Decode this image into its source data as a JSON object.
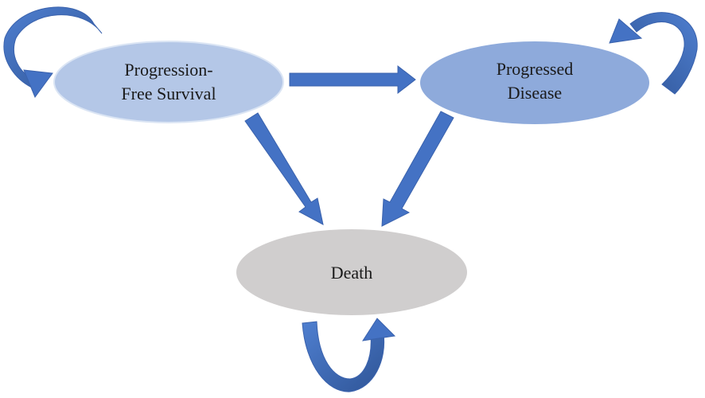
{
  "nodes": {
    "pfs": {
      "line1": "Progression-",
      "line2": "Free Survival"
    },
    "pd": {
      "line1": "Progressed",
      "line2": "Disease"
    },
    "death": {
      "label": "Death"
    }
  },
  "colors": {
    "pfs_fill": "#b4c7e7",
    "pfs_stroke": "#d6e2f3",
    "pd_fill": "#8eaadb",
    "death_fill": "#d0cece",
    "arrow_fill": "#4472c4",
    "arrow_dark": "#2f5597",
    "arrow_edge": "#3a62ad"
  },
  "edges": [
    {
      "from": "pfs",
      "to": "pfs",
      "kind": "self-loop"
    },
    {
      "from": "pfs",
      "to": "pd",
      "kind": "transition"
    },
    {
      "from": "pd",
      "to": "pd",
      "kind": "self-loop"
    },
    {
      "from": "pfs",
      "to": "death",
      "kind": "transition"
    },
    {
      "from": "pd",
      "to": "death",
      "kind": "transition"
    },
    {
      "from": "death",
      "to": "death",
      "kind": "self-loop"
    }
  ]
}
